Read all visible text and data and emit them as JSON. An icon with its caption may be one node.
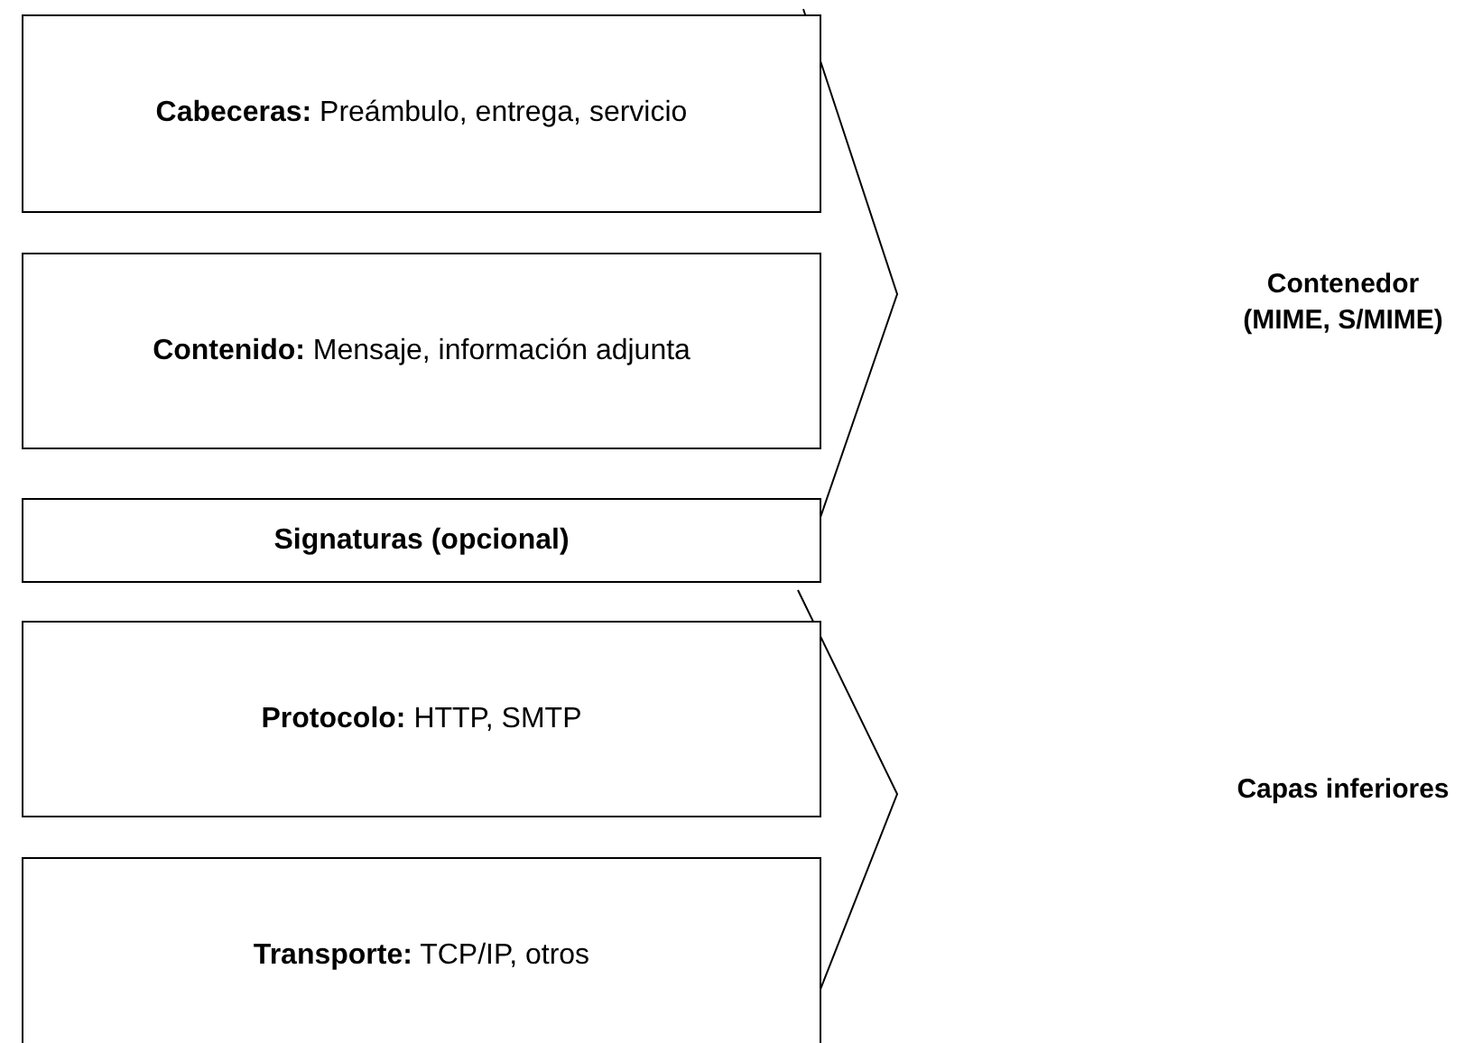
{
  "diagram": {
    "nodes": [
      {
        "text": [
          "**Cabeceras:** Preámbulo, entrega, servicio"
        ]
      },
      {
        "text": [
          "**Contenido:** Mensaje, información adjunta"
        ]
      },
      {
        "text": [
          "Signaturas (opcional)"
        ]
      },
      {
        "text": [
          "**Protocolo:** HTTP, SMTP"
        ]
      },
      {
        "text": [
          "**Transporte:** TCP/IP, otros"
        ]
      }
    ],
    "labels": [
      "Contenedor (MIME, S/MIME)",
      "Capas inferiores"
    ]
  }
}
